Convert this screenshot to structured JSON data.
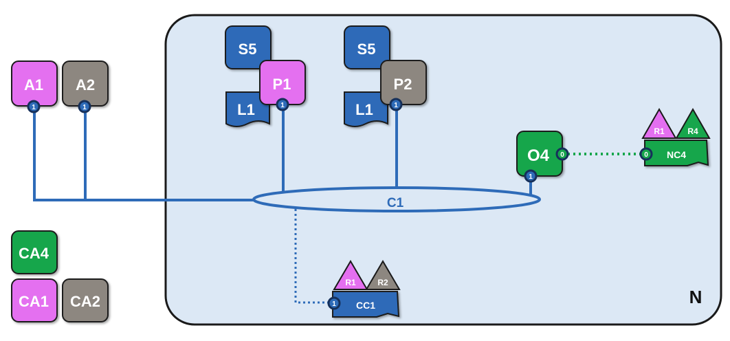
{
  "colors": {
    "blue": "#2e6bb8",
    "magenta": "#e46ff0",
    "gray": "#8d8780",
    "green": "#17a64c",
    "network_bg": "#dce8f5",
    "dark_navy": "#16305a",
    "line_blue": "#2e6bb8",
    "line_green": "#17a64c"
  },
  "network": {
    "label": "N"
  },
  "channel": {
    "label": "C1"
  },
  "apps": [
    {
      "label": "A1",
      "port": "1"
    },
    {
      "label": "A2",
      "port": "1"
    }
  ],
  "processes": [
    {
      "label": "P1",
      "port": "1",
      "stack_top": "S5",
      "stack_bottom": "L1"
    },
    {
      "label": "P2",
      "port": "1",
      "stack_top": "S5",
      "stack_bottom": "L1"
    }
  ],
  "node_o4": {
    "label": "O4",
    "port_right": "0",
    "port_bottom": "1"
  },
  "nc4": {
    "label": "NC4",
    "port": "0",
    "roles": [
      "R1",
      "R4"
    ]
  },
  "cc1": {
    "label": "CC1",
    "port": "1",
    "roles": [
      "R1",
      "R2"
    ]
  },
  "client_apps": [
    {
      "label": "CA4"
    },
    {
      "label": "CA1"
    },
    {
      "label": "CA2"
    }
  ]
}
